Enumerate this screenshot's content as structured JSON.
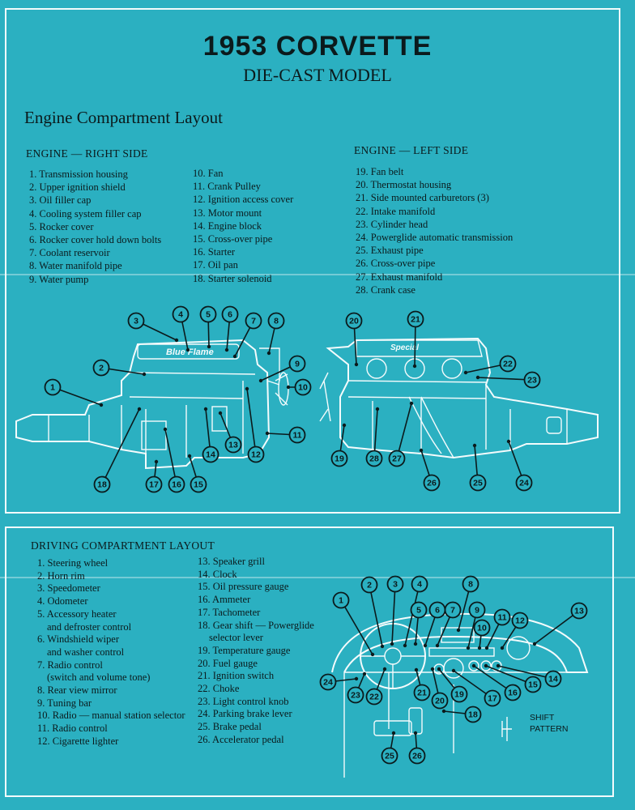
{
  "header": {
    "title": "1953 CORVETTE",
    "subtitle": "DIE-CAST MODEL"
  },
  "engine": {
    "section_title": "Engine Compartment Layout",
    "right_side_title": "ENGINE — RIGHT SIDE",
    "left_side_title": "ENGINE — LEFT SIDE",
    "right_col1": [
      "1. Transmission housing",
      "2. Upper ignition shield",
      "3. Oil filler cap",
      "4. Cooling system filler cap",
      "5. Rocker cover",
      "6. Rocker cover hold down bolts",
      "7. Coolant reservoir",
      "8. Water manifold pipe",
      "9. Water pump"
    ],
    "right_col2": [
      "10. Fan",
      "11. Crank Pulley",
      "12. Ignition access cover",
      "13. Motor mount",
      "14. Engine block",
      "15. Cross-over pipe",
      "16. Starter",
      "17. Oil pan",
      "18. Starter solenoid"
    ],
    "left_col": [
      "19. Fan belt",
      "20. Thermostat housing",
      "21. Side mounted carburetors (3)",
      "22. Intake manifold",
      "23. Cylinder head",
      "24. Powerglide automatic transmission",
      "25. Exhaust pipe",
      "26. Cross-over pipe",
      "27. Exhaust manifold",
      "28. Crank case"
    ],
    "rocker_text_right": "Blue Flame",
    "rocker_text_left": "Special"
  },
  "driving": {
    "section_title": "DRIVING COMPARTMENT LAYOUT",
    "col1": [
      "1. Steering wheel",
      "2. Horn rim",
      "3. Speedometer",
      "4. Odometer",
      "5. Accessory heater",
      "and defroster control",
      "6. Windshield wiper",
      "and washer control",
      "7. Radio control",
      "(switch and volume tone)",
      "8. Rear view mirror",
      "9. Tuning bar",
      "10. Radio — manual station selector",
      "11. Radio control",
      "12. Cigarette lighter"
    ],
    "col2": [
      "13. Speaker grill",
      "14. Clock",
      "15. Oil pressure gauge",
      "16. Ammeter",
      "17. Tachometer",
      "18. Gear shift — Powerglide",
      "selector lever",
      "19. Temperature gauge",
      "20. Fuel gauge",
      "21. Ignition switch",
      "22. Choke",
      "23. Light control knob",
      "24. Parking brake lever",
      "25. Brake pedal",
      "26. Accelerator pedal"
    ],
    "shift_label_1": "SHIFT",
    "shift_label_2": "PATTERN"
  },
  "callouts": {
    "engine_right": [
      "1",
      "2",
      "3",
      "4",
      "5",
      "6",
      "7",
      "8",
      "9",
      "10",
      "11",
      "12",
      "13",
      "14",
      "15",
      "16",
      "17",
      "18"
    ],
    "engine_left": [
      "19",
      "20",
      "21",
      "22",
      "23",
      "24",
      "25",
      "26",
      "27",
      "28"
    ],
    "driving": [
      "1",
      "2",
      "3",
      "4",
      "5",
      "6",
      "7",
      "8",
      "9",
      "10",
      "11",
      "12",
      "13",
      "14",
      "15",
      "16",
      "17",
      "18",
      "19",
      "20",
      "21",
      "22",
      "23",
      "24",
      "25",
      "26"
    ]
  },
  "colors": {
    "background": "#2bb0c1",
    "line_art": "#f4fbfc",
    "ink": "#0b1a1c"
  }
}
